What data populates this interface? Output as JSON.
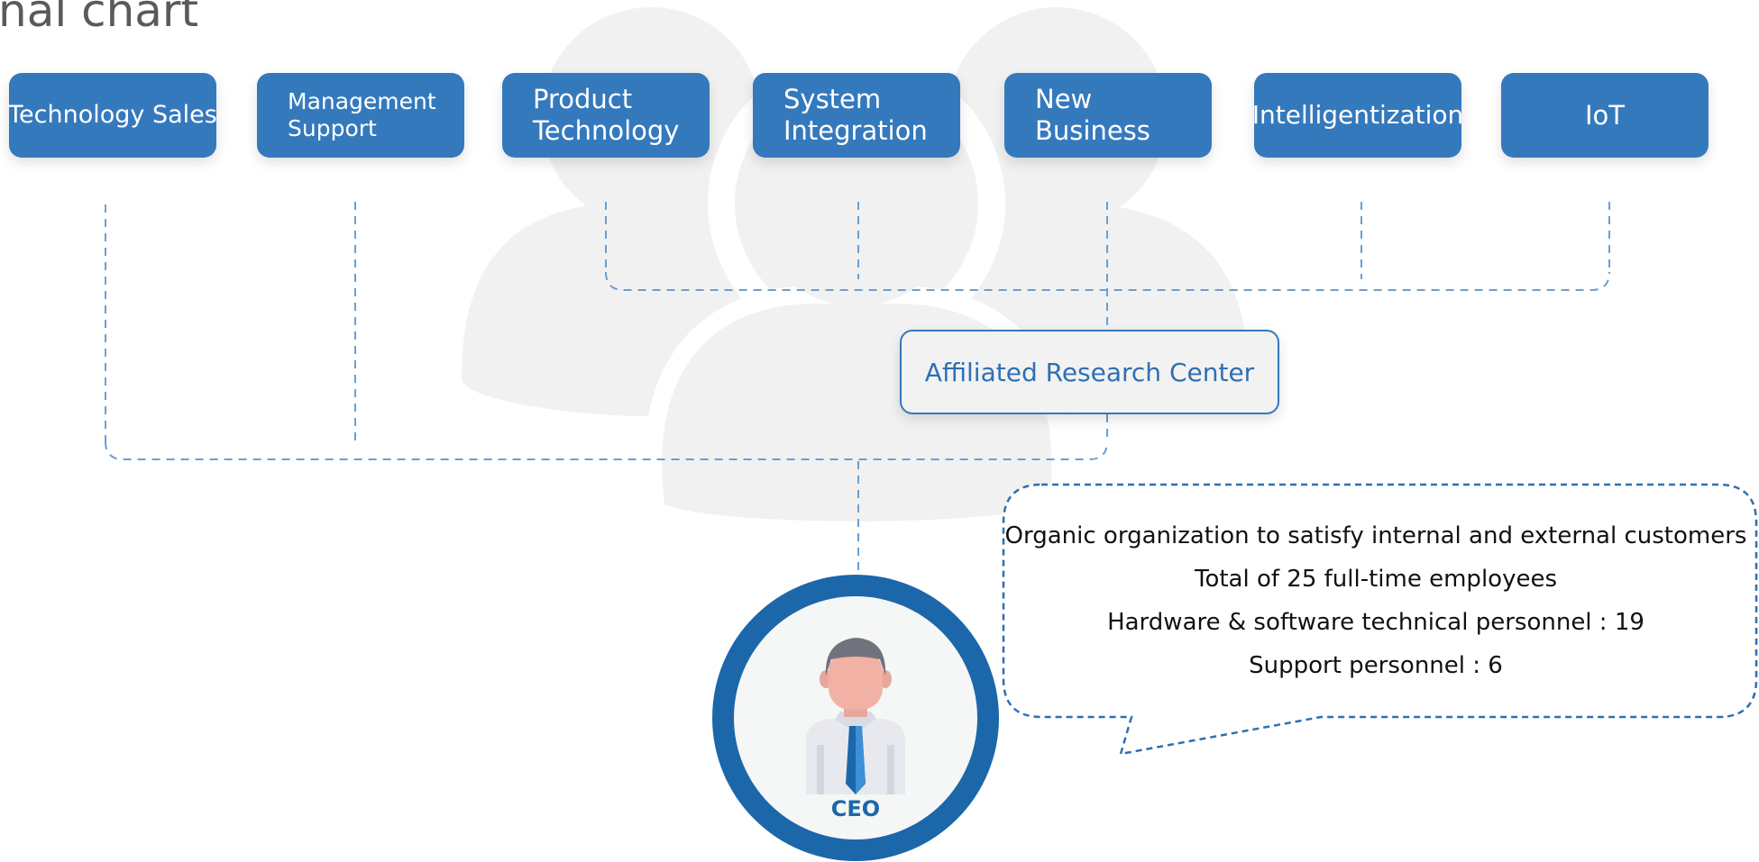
{
  "title": "nal chart",
  "departments": [
    {
      "lines": [
        "Technology Sales"
      ]
    },
    {
      "lines": [
        "Management",
        "Support"
      ]
    },
    {
      "lines": [
        "Product",
        "Technology"
      ]
    },
    {
      "lines": [
        "System",
        "Integration"
      ]
    },
    {
      "lines": [
        "New",
        "Business"
      ]
    },
    {
      "lines": [
        "Intelligentization"
      ]
    },
    {
      "lines": [
        "IoT"
      ]
    }
  ],
  "research_center": "Affiliated Research Center",
  "ceo_label": "CEO",
  "callout": {
    "lines": [
      "Organic organization to satisfy internal and external customers",
      "Total of 25 full-time employees",
      "Hardware & software technical personnel :  19",
      "Support personnel :  6"
    ]
  },
  "colors": {
    "box_blue": "#3579bd",
    "ring_blue": "#1c67aa",
    "dashed_line": "#6a9fd3",
    "background_people": "#f1f1f1"
  },
  "icons": {
    "background": "people-group-icon",
    "avatar": "ceo-businessman-icon"
  }
}
